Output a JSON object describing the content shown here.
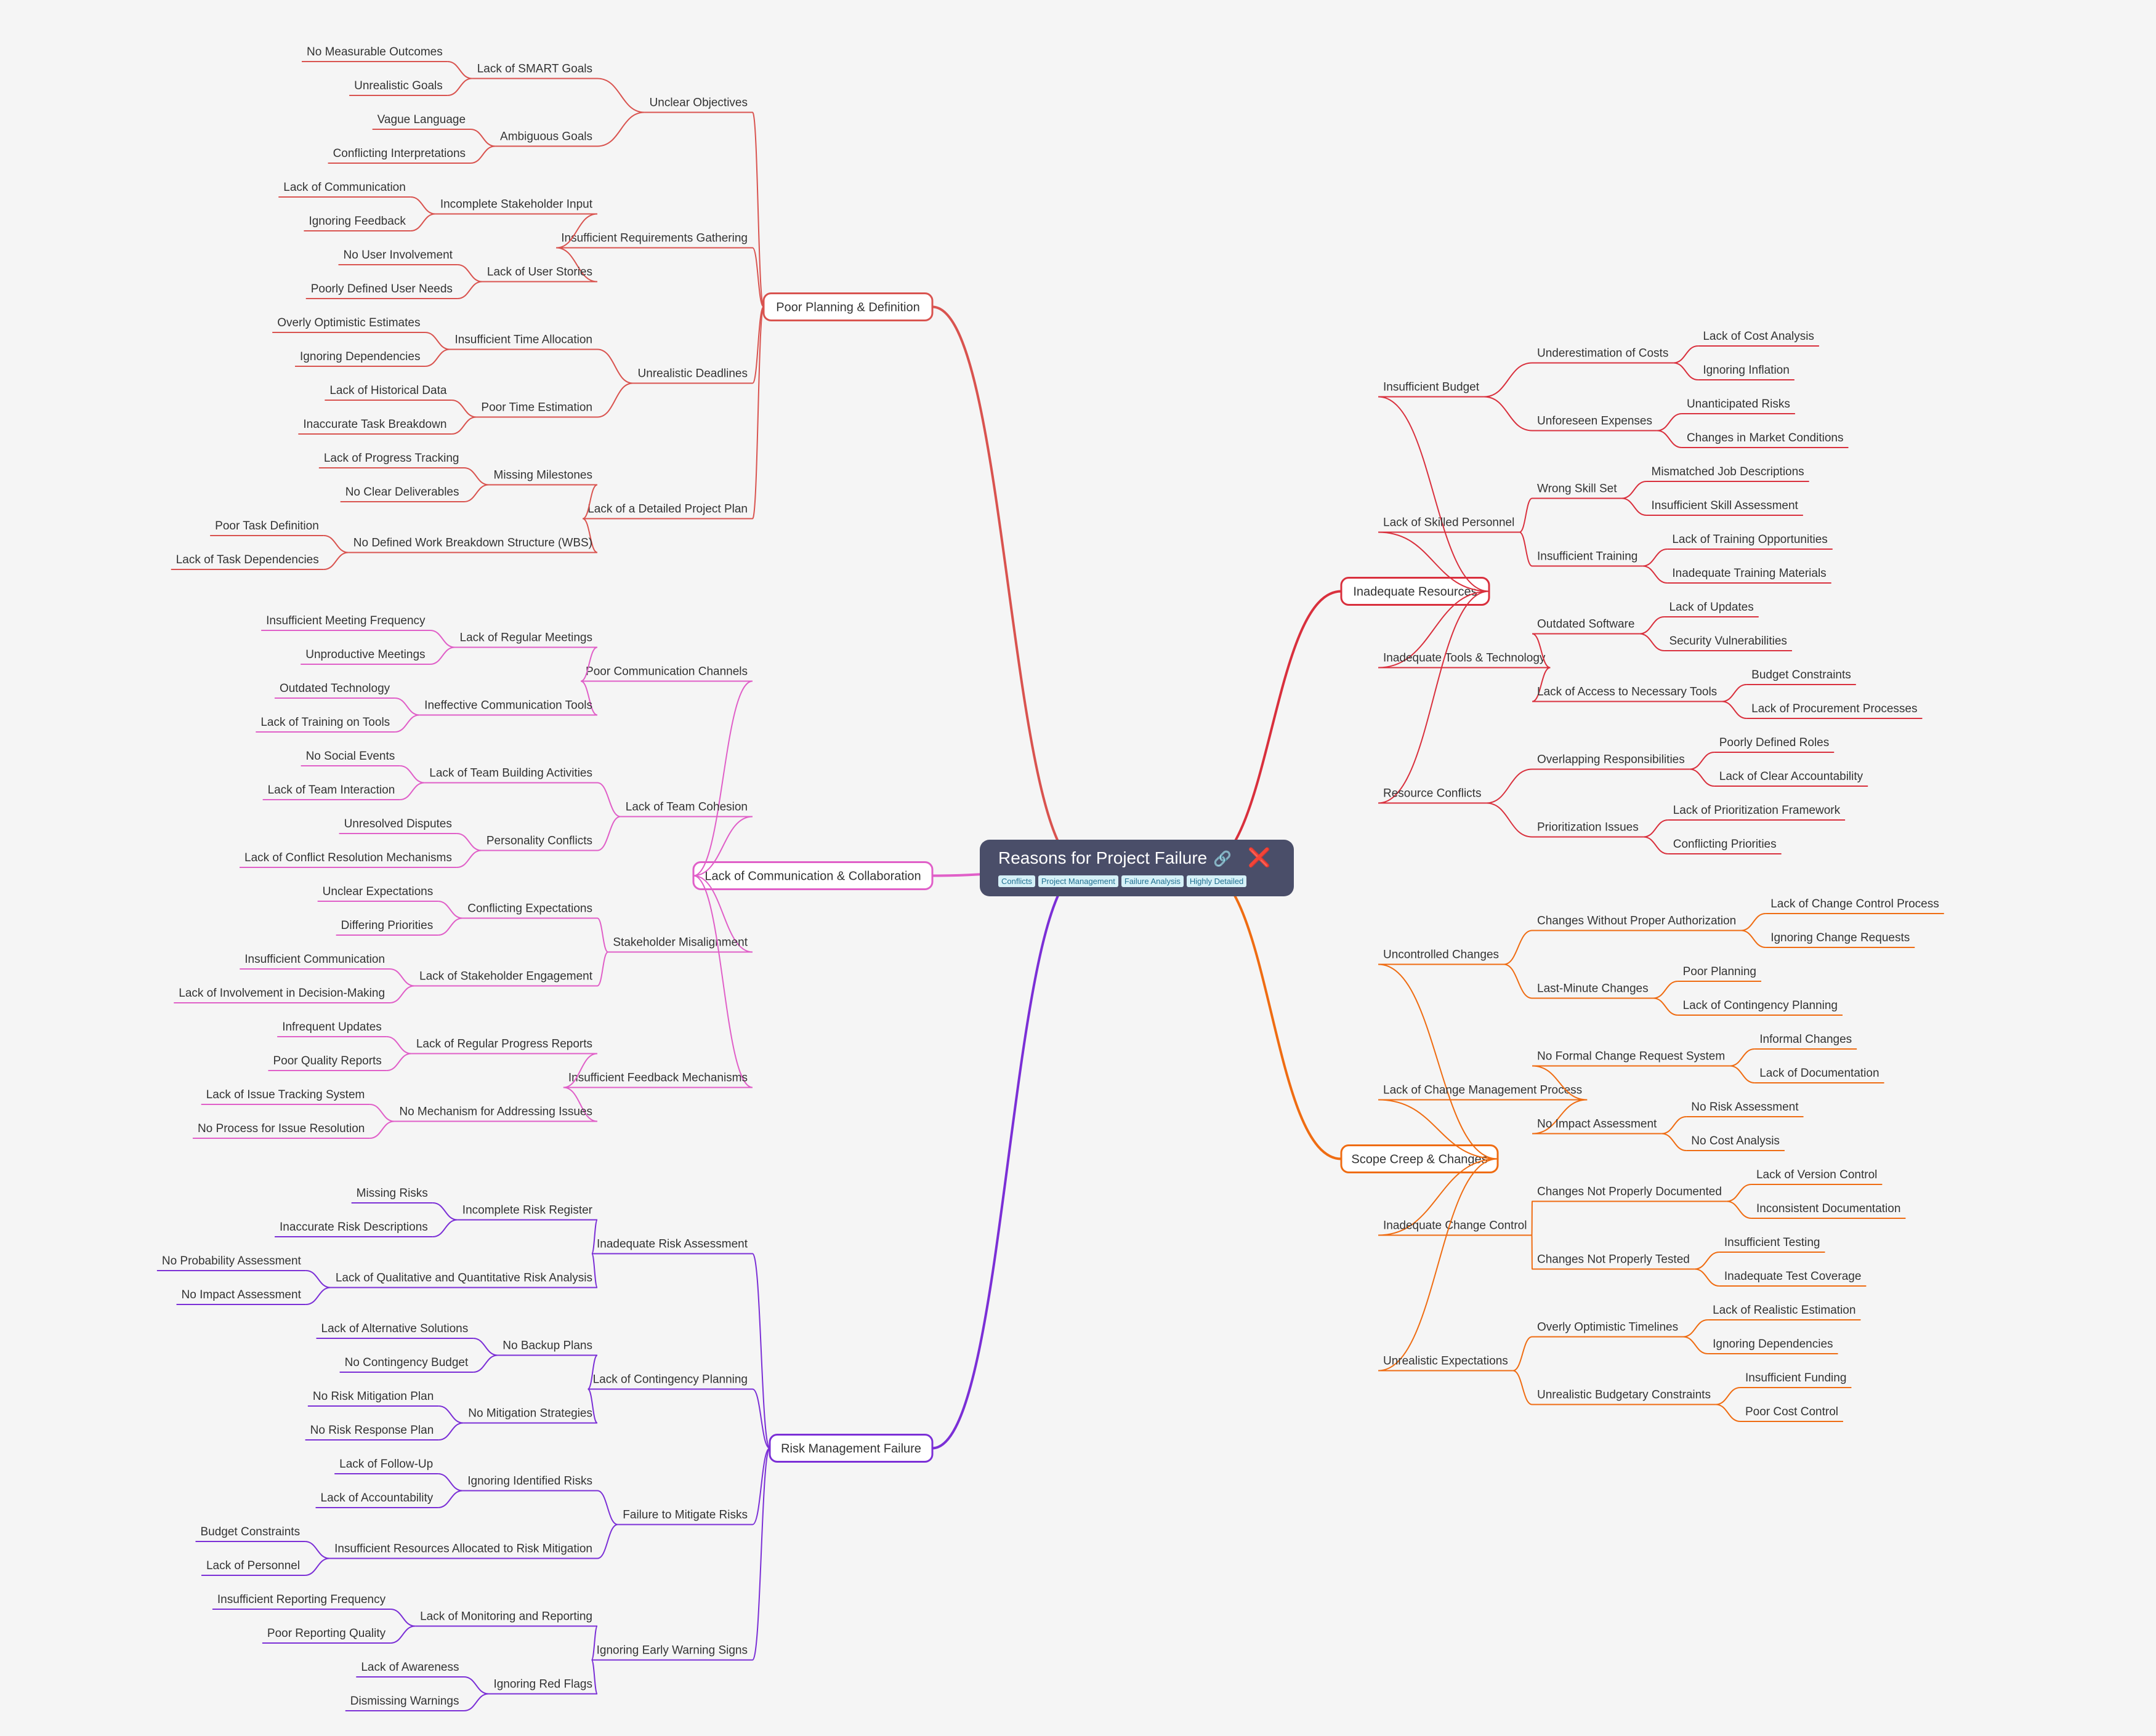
{
  "root": {
    "title": "Reasons for Project Failure",
    "link_icon": "link-icon",
    "status_icon": "cross-mark-icon",
    "tags": [
      "Conflicts",
      "Project Management",
      "Failure Analysis",
      "Highly Detailed"
    ]
  },
  "colors": {
    "background": "#f5f5f5",
    "root": "#4a4e69",
    "poor_planning": "#d9534f",
    "communication": "#e05fc8",
    "risk": "#7b2fd6",
    "resources": "#d9303d",
    "scope": "#ef6c12"
  },
  "branches": [
    {
      "label": "Poor Planning & Definition",
      "side": "left",
      "color": "#d9534f",
      "children": [
        {
          "label": "Unclear Objectives",
          "children": [
            {
              "label": "Lack of SMART Goals",
              "children": [
                {
                  "label": "No Measurable Outcomes"
                },
                {
                  "label": "Unrealistic Goals"
                }
              ]
            },
            {
              "label": "Ambiguous Goals",
              "children": [
                {
                  "label": "Vague Language"
                },
                {
                  "label": "Conflicting Interpretations"
                }
              ]
            }
          ]
        },
        {
          "label": "Insufficient Requirements Gathering",
          "children": [
            {
              "label": "Incomplete Stakeholder Input",
              "children": [
                {
                  "label": "Lack of Communication"
                },
                {
                  "label": "Ignoring Feedback"
                }
              ]
            },
            {
              "label": "Lack of User Stories",
              "children": [
                {
                  "label": "No User Involvement"
                },
                {
                  "label": "Poorly Defined User Needs"
                }
              ]
            }
          ]
        },
        {
          "label": "Unrealistic Deadlines",
          "children": [
            {
              "label": "Insufficient Time Allocation",
              "children": [
                {
                  "label": "Overly Optimistic Estimates"
                },
                {
                  "label": "Ignoring Dependencies"
                }
              ]
            },
            {
              "label": "Poor Time Estimation",
              "children": [
                {
                  "label": "Lack of Historical Data"
                },
                {
                  "label": "Inaccurate Task Breakdown"
                }
              ]
            }
          ]
        },
        {
          "label": "Lack of a Detailed Project Plan",
          "children": [
            {
              "label": "Missing Milestones",
              "children": [
                {
                  "label": "Lack of Progress Tracking"
                },
                {
                  "label": "No Clear Deliverables"
                }
              ]
            },
            {
              "label": "No Defined Work Breakdown Structure (WBS)",
              "children": [
                {
                  "label": "Poor Task Definition"
                },
                {
                  "label": "Lack of Task Dependencies"
                }
              ]
            }
          ]
        }
      ]
    },
    {
      "label": "Lack of Communication & Collaboration",
      "side": "left",
      "color": "#e05fc8",
      "children": [
        {
          "label": "Poor Communication Channels",
          "children": [
            {
              "label": "Lack of Regular Meetings",
              "children": [
                {
                  "label": "Insufficient Meeting Frequency"
                },
                {
                  "label": "Unproductive Meetings"
                }
              ]
            },
            {
              "label": "Ineffective Communication Tools",
              "children": [
                {
                  "label": "Outdated Technology"
                },
                {
                  "label": "Lack of Training on Tools"
                }
              ]
            }
          ]
        },
        {
          "label": "Lack of Team Cohesion",
          "children": [
            {
              "label": "Lack of Team Building Activities",
              "children": [
                {
                  "label": "No Social Events"
                },
                {
                  "label": "Lack of Team Interaction"
                }
              ]
            },
            {
              "label": "Personality Conflicts",
              "children": [
                {
                  "label": "Unresolved Disputes"
                },
                {
                  "label": "Lack of Conflict Resolution Mechanisms"
                }
              ]
            }
          ]
        },
        {
          "label": "Stakeholder Misalignment",
          "children": [
            {
              "label": "Conflicting Expectations",
              "children": [
                {
                  "label": "Unclear Expectations"
                },
                {
                  "label": "Differing Priorities"
                }
              ]
            },
            {
              "label": "Lack of Stakeholder Engagement",
              "children": [
                {
                  "label": "Insufficient Communication"
                },
                {
                  "label": "Lack of Involvement in Decision-Making"
                }
              ]
            }
          ]
        },
        {
          "label": "Insufficient Feedback Mechanisms",
          "children": [
            {
              "label": "Lack of Regular Progress Reports",
              "children": [
                {
                  "label": "Infrequent Updates"
                },
                {
                  "label": "Poor Quality Reports"
                }
              ]
            },
            {
              "label": "No Mechanism for Addressing Issues",
              "children": [
                {
                  "label": "Lack of Issue Tracking System"
                },
                {
                  "label": "No Process for Issue Resolution"
                }
              ]
            }
          ]
        }
      ]
    },
    {
      "label": "Risk Management Failure",
      "side": "left",
      "color": "#7b2fd6",
      "children": [
        {
          "label": "Inadequate Risk Assessment",
          "children": [
            {
              "label": "Incomplete Risk Register",
              "children": [
                {
                  "label": "Missing Risks"
                },
                {
                  "label": "Inaccurate Risk Descriptions"
                }
              ]
            },
            {
              "label": "Lack of Qualitative and Quantitative Risk Analysis",
              "children": [
                {
                  "label": "No Probability Assessment"
                },
                {
                  "label": "No Impact Assessment"
                }
              ]
            }
          ]
        },
        {
          "label": "Lack of Contingency Planning",
          "children": [
            {
              "label": "No Backup Plans",
              "children": [
                {
                  "label": "Lack of Alternative Solutions"
                },
                {
                  "label": "No Contingency Budget"
                }
              ]
            },
            {
              "label": "No Mitigation Strategies",
              "children": [
                {
                  "label": "No Risk Mitigation Plan"
                },
                {
                  "label": "No Risk Response Plan"
                }
              ]
            }
          ]
        },
        {
          "label": "Failure to Mitigate Risks",
          "children": [
            {
              "label": "Ignoring Identified Risks",
              "children": [
                {
                  "label": "Lack of Follow-Up"
                },
                {
                  "label": "Lack of Accountability"
                }
              ]
            },
            {
              "label": "Insufficient Resources Allocated to Risk Mitigation",
              "children": [
                {
                  "label": "Budget Constraints"
                },
                {
                  "label": "Lack of Personnel"
                }
              ]
            }
          ]
        },
        {
          "label": "Ignoring Early Warning Signs",
          "children": [
            {
              "label": "Lack of Monitoring and Reporting",
              "children": [
                {
                  "label": "Insufficient Reporting Frequency"
                },
                {
                  "label": "Poor Reporting Quality"
                }
              ]
            },
            {
              "label": "Ignoring Red Flags",
              "children": [
                {
                  "label": "Lack of Awareness"
                },
                {
                  "label": "Dismissing Warnings"
                }
              ]
            }
          ]
        }
      ]
    },
    {
      "label": "Inadequate Resources",
      "side": "right",
      "color": "#d9303d",
      "children": [
        {
          "label": "Insufficient Budget",
          "children": [
            {
              "label": "Underestimation of Costs",
              "children": [
                {
                  "label": "Lack of Cost Analysis"
                },
                {
                  "label": "Ignoring Inflation"
                }
              ]
            },
            {
              "label": "Unforeseen Expenses",
              "children": [
                {
                  "label": "Unanticipated Risks"
                },
                {
                  "label": "Changes in Market Conditions"
                }
              ]
            }
          ]
        },
        {
          "label": "Lack of Skilled Personnel",
          "children": [
            {
              "label": "Wrong Skill Set",
              "children": [
                {
                  "label": "Mismatched Job Descriptions"
                },
                {
                  "label": "Insufficient Skill Assessment"
                }
              ]
            },
            {
              "label": "Insufficient Training",
              "children": [
                {
                  "label": "Lack of Training Opportunities"
                },
                {
                  "label": "Inadequate Training Materials"
                }
              ]
            }
          ]
        },
        {
          "label": "Inadequate Tools & Technology",
          "children": [
            {
              "label": "Outdated Software",
              "children": [
                {
                  "label": "Lack of Updates"
                },
                {
                  "label": "Security Vulnerabilities"
                }
              ]
            },
            {
              "label": "Lack of Access to Necessary Tools",
              "children": [
                {
                  "label": "Budget Constraints"
                },
                {
                  "label": "Lack of Procurement Processes"
                }
              ]
            }
          ]
        },
        {
          "label": "Resource Conflicts",
          "children": [
            {
              "label": "Overlapping Responsibilities",
              "children": [
                {
                  "label": "Poorly Defined Roles"
                },
                {
                  "label": "Lack of Clear Accountability"
                }
              ]
            },
            {
              "label": "Prioritization Issues",
              "children": [
                {
                  "label": "Lack of Prioritization Framework"
                },
                {
                  "label": "Conflicting Priorities"
                }
              ]
            }
          ]
        }
      ]
    },
    {
      "label": "Scope Creep & Changes",
      "side": "right",
      "color": "#ef6c12",
      "children": [
        {
          "label": "Uncontrolled Changes",
          "children": [
            {
              "label": "Changes Without Proper Authorization",
              "children": [
                {
                  "label": "Lack of Change Control Process"
                },
                {
                  "label": "Ignoring Change Requests"
                }
              ]
            },
            {
              "label": "Last-Minute Changes",
              "children": [
                {
                  "label": "Poor Planning"
                },
                {
                  "label": "Lack of Contingency Planning"
                }
              ]
            }
          ]
        },
        {
          "label": "Lack of Change Management Process",
          "children": [
            {
              "label": "No Formal Change Request System",
              "children": [
                {
                  "label": "Informal Changes"
                },
                {
                  "label": "Lack of Documentation"
                }
              ]
            },
            {
              "label": "No Impact Assessment",
              "children": [
                {
                  "label": "No Risk Assessment"
                },
                {
                  "label": "No Cost Analysis"
                }
              ]
            }
          ]
        },
        {
          "label": "Inadequate Change Control",
          "children": [
            {
              "label": "Changes Not Properly Documented",
              "children": [
                {
                  "label": "Lack of Version Control"
                },
                {
                  "label": "Inconsistent Documentation"
                }
              ]
            },
            {
              "label": "Changes Not Properly Tested",
              "children": [
                {
                  "label": "Insufficient Testing"
                },
                {
                  "label": "Inadequate Test Coverage"
                }
              ]
            }
          ]
        },
        {
          "label": "Unrealistic Expectations",
          "children": [
            {
              "label": "Overly Optimistic Timelines",
              "children": [
                {
                  "label": "Lack of Realistic Estimation"
                },
                {
                  "label": "Ignoring Dependencies"
                }
              ]
            },
            {
              "label": "Unrealistic Budgetary Constraints",
              "children": [
                {
                  "label": "Insufficient Funding"
                },
                {
                  "label": "Poor Cost Control"
                }
              ]
            }
          ]
        }
      ]
    }
  ]
}
